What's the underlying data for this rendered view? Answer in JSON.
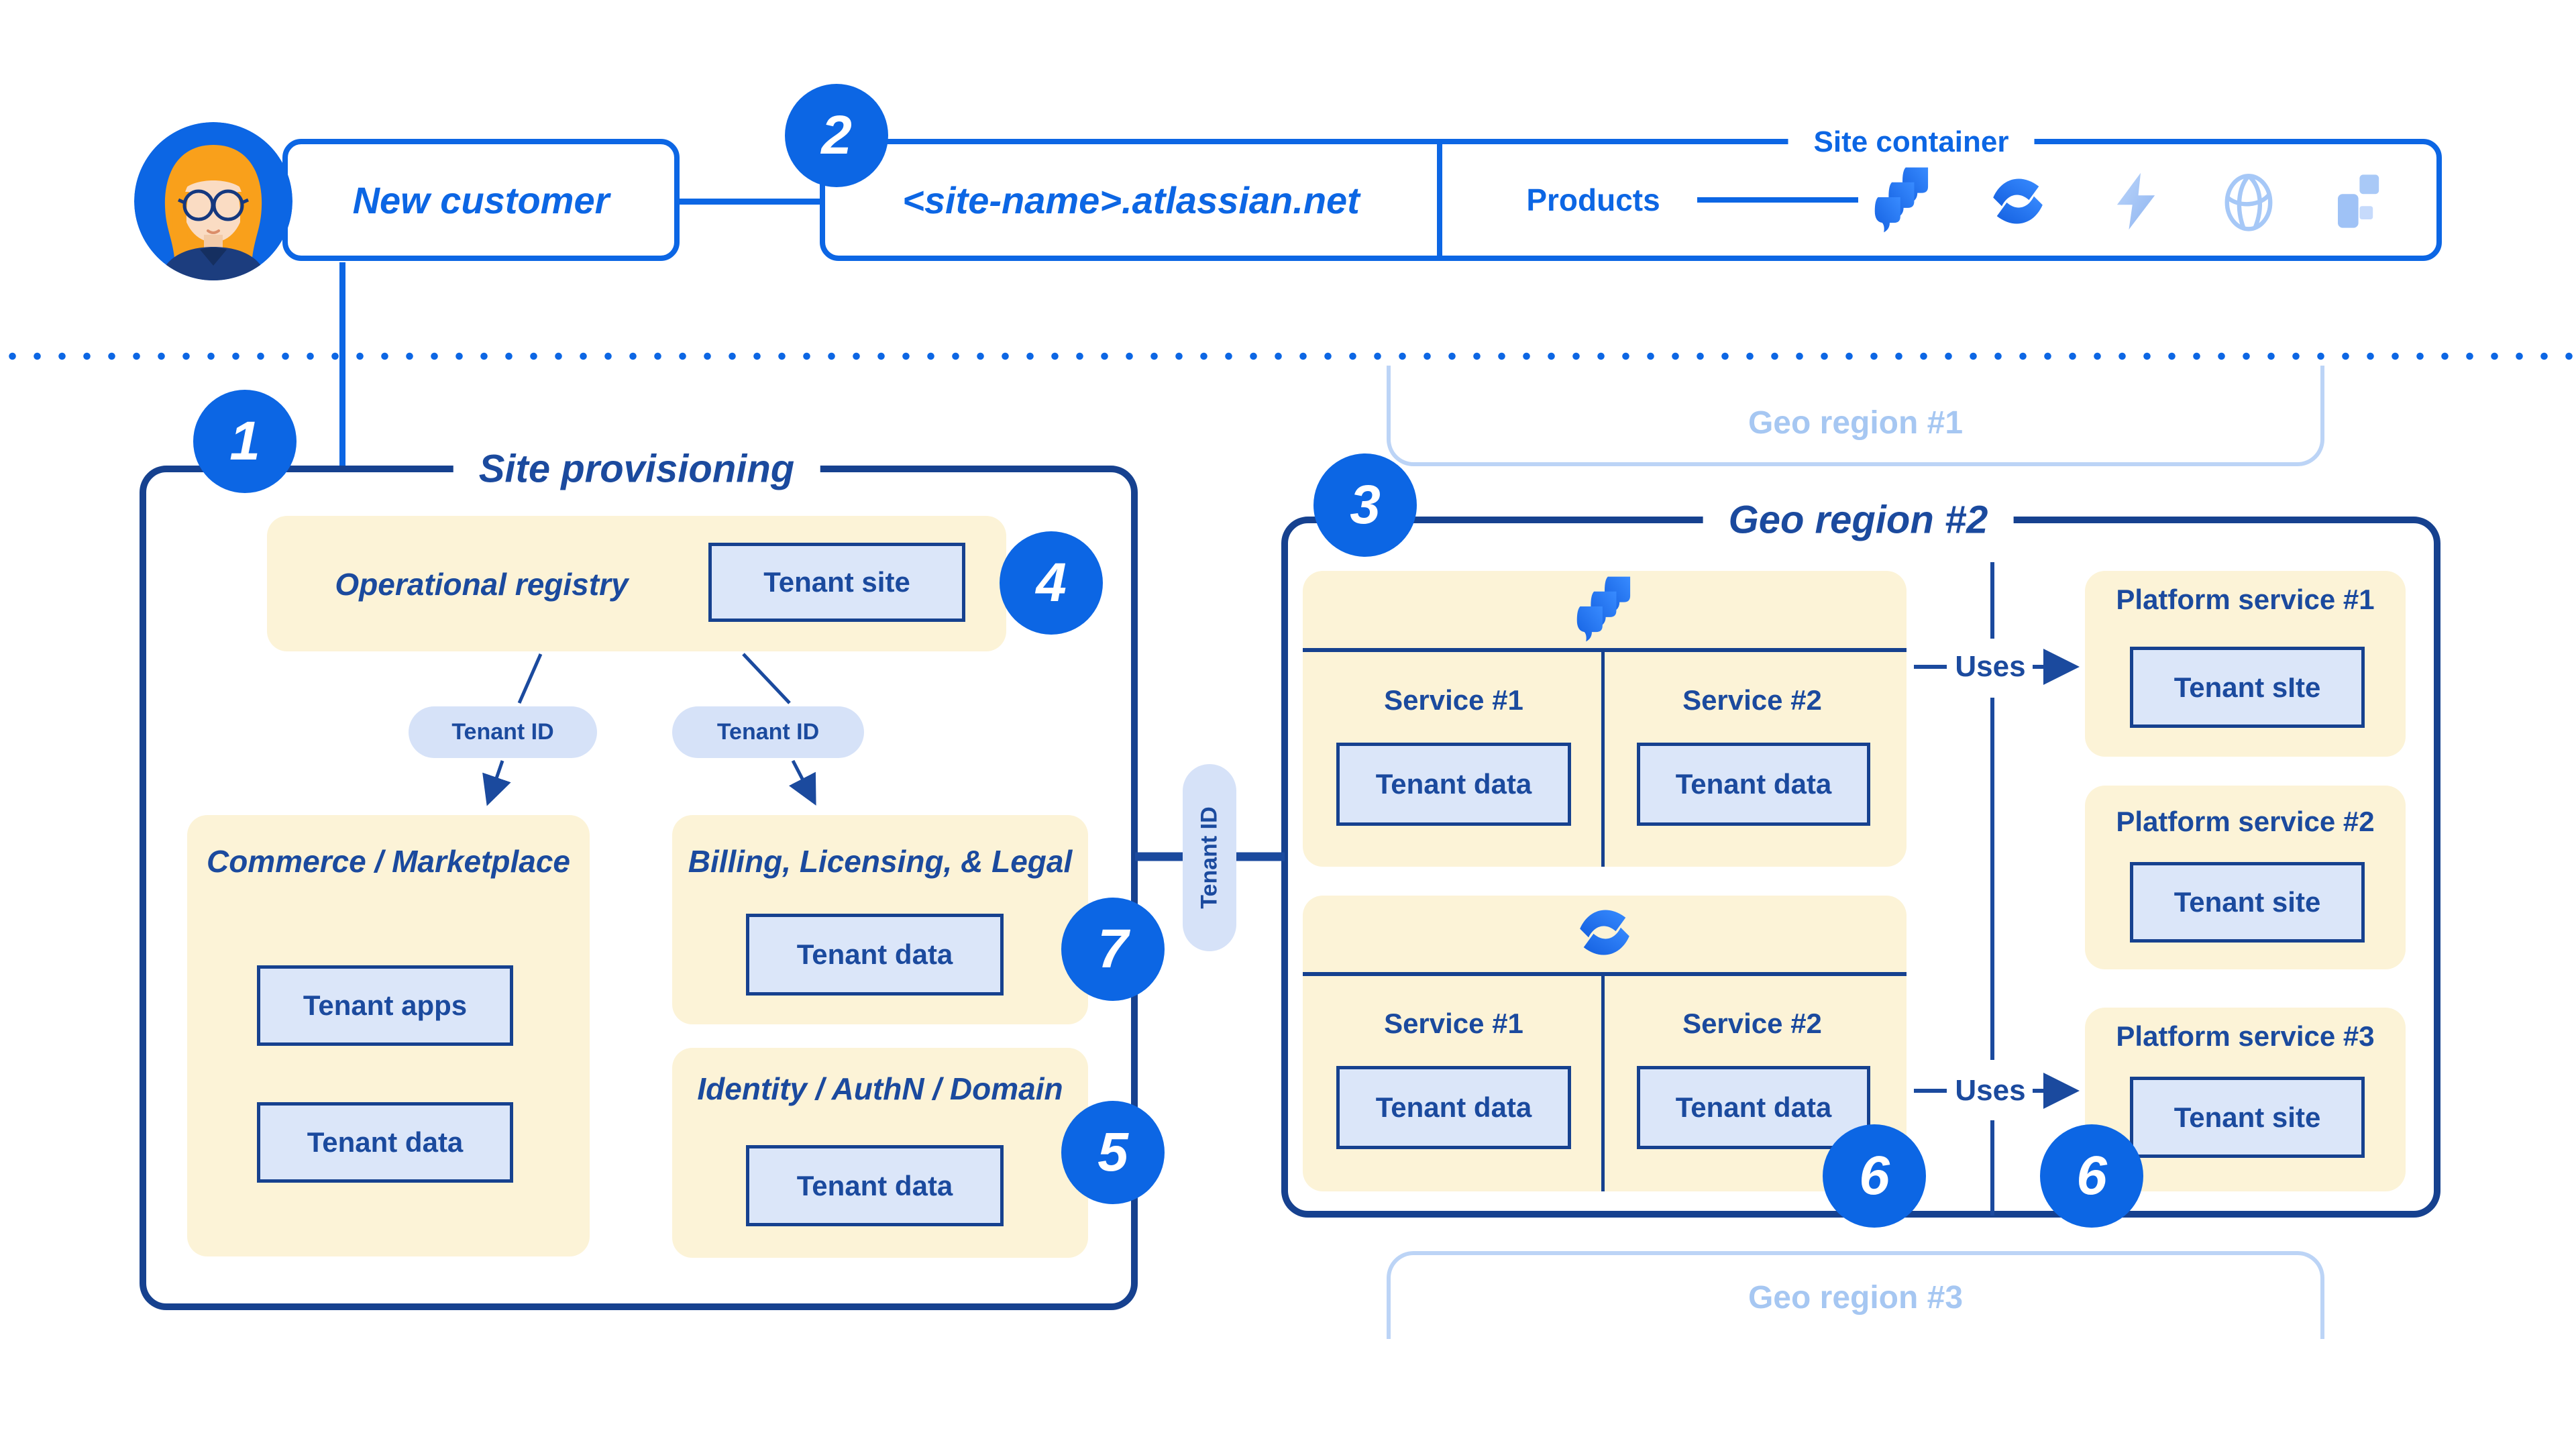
{
  "colors": {
    "bright_blue": "#0C66E4",
    "navy": "#1B4A9E",
    "cream": "#FCF3D7",
    "light_blue_fill": "#DBE6F9",
    "pill_blue": "#D6E2F8",
    "faded_blue_text": "#A6C7F2",
    "faded_blue_border": "#BCD4F6"
  },
  "header": {
    "new_customer_label": "New customer",
    "site_url": "<site-name>.atlassian.net",
    "site_container_label": "Site container",
    "products_label": "Products",
    "product_icons": [
      "jira-icon",
      "confluence-icon",
      "bolt-icon",
      "globe-icon",
      "blocks-icon"
    ]
  },
  "badges": {
    "b1": "1",
    "b2": "2",
    "b3": "3",
    "b4": "4",
    "b5": "5",
    "b6a": "6",
    "b6b": "6",
    "b7": "7"
  },
  "site_provisioning": {
    "title": "Site provisioning",
    "operational_registry": {
      "title": "Operational registry",
      "tenant_site": "Tenant site"
    },
    "tenant_id_left": "Tenant ID",
    "tenant_id_right": "Tenant ID",
    "commerce": {
      "title": "Commerce / Marketplace",
      "tenant_apps": "Tenant apps",
      "tenant_data": "Tenant data"
    },
    "billing": {
      "title": "Billing, Licensing, & Legal",
      "tenant_data": "Tenant data"
    },
    "identity": {
      "title": "Identity / AuthN / Domain",
      "tenant_data": "Tenant data"
    },
    "tenant_id_connector": "Tenant ID"
  },
  "geo_region_1": {
    "title": "Geo region #1"
  },
  "geo_region_2": {
    "title": "Geo region #2",
    "jira_group": {
      "icon": "jira-icon",
      "services": [
        {
          "name": "Service #1",
          "tenant_data": "Tenant data"
        },
        {
          "name": "Service #2",
          "tenant_data": "Tenant data"
        }
      ],
      "uses_label": "Uses"
    },
    "confluence_group": {
      "icon": "confluence-icon",
      "services": [
        {
          "name": "Service #1",
          "tenant_data": "Tenant data"
        },
        {
          "name": "Service #2",
          "tenant_data": "Tenant data"
        }
      ],
      "uses_label": "Uses"
    },
    "platform_services": [
      {
        "title": "Platform service #1",
        "tenant": "Tenant sIte"
      },
      {
        "title": "Platform service #2",
        "tenant": "Tenant site"
      },
      {
        "title": "Platform service #3",
        "tenant": "Tenant site"
      }
    ]
  },
  "geo_region_3": {
    "title": "Geo region #3"
  }
}
